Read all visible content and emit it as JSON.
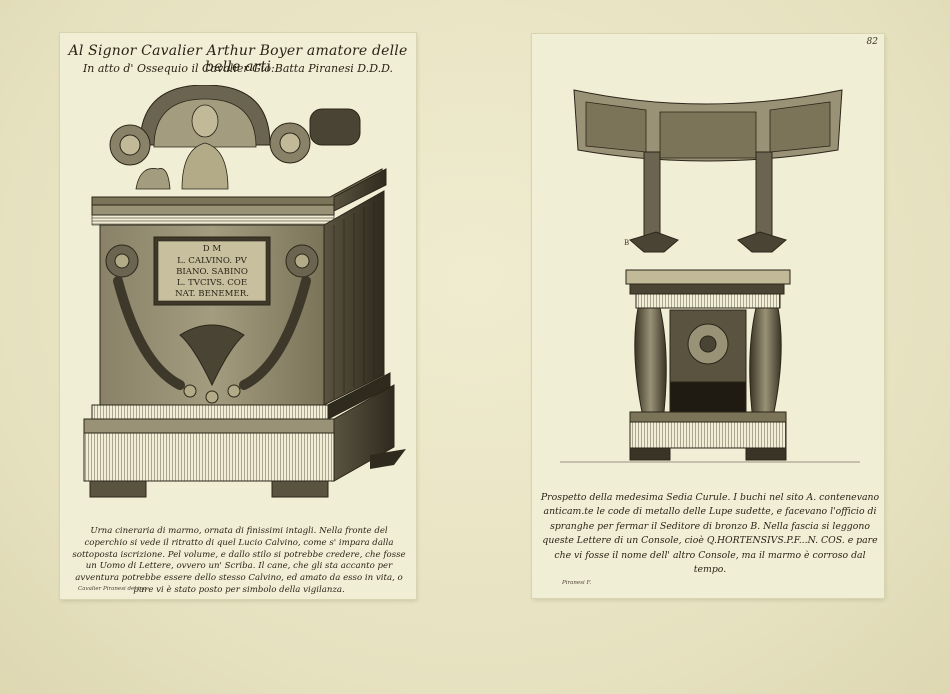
{
  "left_plate": {
    "dedication_line1": "Al Signor Cavalier Arthur Boyer amatore delle belle arti",
    "dedication_line2": "In atto d' Ossequio il Cavalier Gio:Batta Piranesi D.D.D.",
    "inscription": {
      "line1": "D      M",
      "line2": "L. CALVINO. PV",
      "line3": "BIANO. SABINO",
      "line4": "L. TVCIVS. COE",
      "line5": "NAT. BENEMER."
    },
    "caption": "Urna cineraria di marmo, ornata di finissimi intagli. Nella fronte del coperchio si vede il ritratto di quel Lucio Calvino, come s' impara dalla sottoposta iscrizione. Pel volume, e dallo stilo si potrebbe credere, che fosse un Uomo di Lettere, ovvero un' Scriba. Il cane, che gli sta accanto per avventura potrebbe essere dello stesso Calvino, ed amato da esso in vita, o pure vi è stato posto per simbolo della vigilanza.",
    "signature": "Cavalier Piranesi del.inc."
  },
  "right_plate": {
    "plate_number": "82",
    "mark_b": "B",
    "caption": "Prospetto della medesima Sedia Curule. I buchi nel sito A. contenevano anticam.te le code di metallo delle Lupe sudette, e facevano l'officio di spranghe per fermar il Seditore di bronzo B. Nella fascia si leggono queste Lettere di un Console, cioè Q.HORTENSIVS.P.F...N. COS. e pare che vi fosse il nome dell' altro Console, ma il marmo è corroso dal tempo.",
    "signature": "Piranesi F."
  },
  "colors": {
    "paper": "#ebe7c6",
    "plate": "#f1eed6",
    "ink": "#2b2618",
    "stone_light": "#9a9276",
    "stone_dark": "#4a4434"
  }
}
